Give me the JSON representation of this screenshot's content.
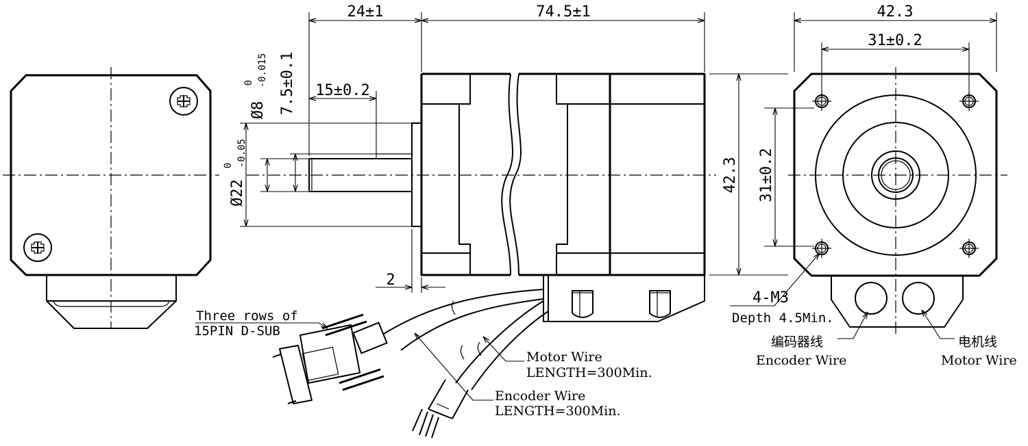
{
  "dimensions": {
    "shaft_length": "24±1",
    "body_length": "74.5±1",
    "flange_width": "42.3",
    "hole_pitch_h": "31±0.2",
    "flange_height": "42.3",
    "hole_pitch_v": "31±0.2",
    "shaft_flat": "15±0.2",
    "shaft_diameter": "Ø8",
    "shaft_diameter_tol_upper": "0",
    "shaft_diameter_tol_lower": "-0.015",
    "flat_depth": "7.5±0.1",
    "pilot_diameter": "Ø22",
    "pilot_diameter_tol_upper": "0",
    "pilot_diameter_tol_lower": "-0.05",
    "pilot_height": "2"
  },
  "annotations": {
    "screw_holes": "4-M3",
    "hole_depth": "Depth 4.5Min.",
    "connector_line1": "Three rows of",
    "connector_line2": "15PIN D-SUB",
    "motor_wire_title": "Motor Wire",
    "motor_wire_length": "LENGTH=300Min.",
    "encoder_wire_title": "Encoder Wire",
    "encoder_wire_length": "LENGTH=300Min.",
    "encoder_cn": "编码器线",
    "encoder_en": "Encoder Wire",
    "motor_cn": "电机线",
    "motor_en": "Motor Wire"
  }
}
